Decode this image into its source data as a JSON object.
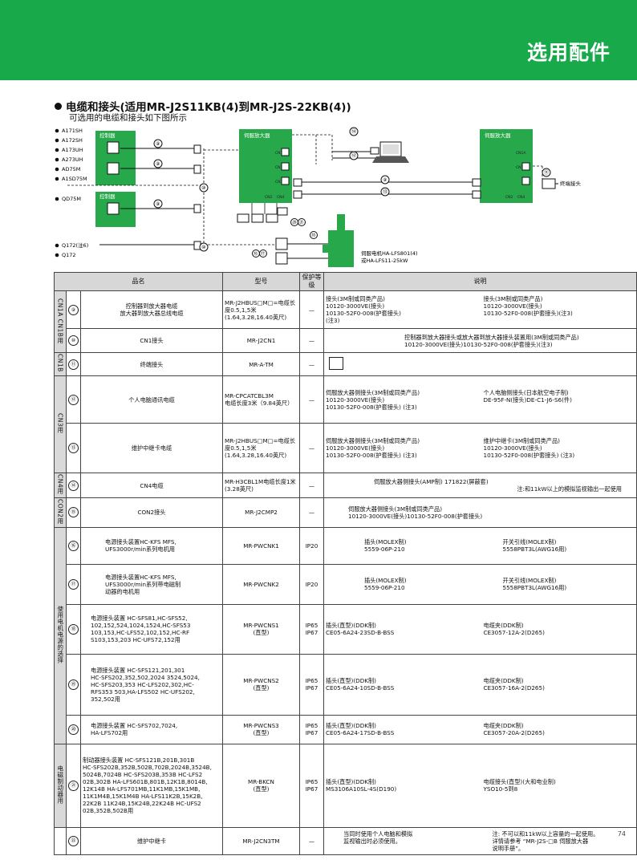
{
  "header": {
    "title": "选用配件"
  },
  "section": {
    "title": "电缆和接头(适用MR-J2S11KB(4)到MR-J2S-22KB(4))",
    "subtitle": "可选用的电缆和接头如下图所示"
  },
  "diagram": {
    "controllers_top": [
      "A171SH",
      "A172SH",
      "A173UH",
      "A273UH",
      "AD75M",
      "A1SD75M"
    ],
    "controller_mid": "QD75M",
    "controllers_bottom": [
      "Q172(注6)",
      "Q172"
    ],
    "controller_label": "控制器",
    "amp_label": "伺服放大器",
    "amp_ports": [
      "CN1A",
      "CN1B",
      "CN3",
      "CN2",
      "CN4"
    ],
    "terminal_label": "终端接头",
    "motor_label_1": "伺服电机HA-LFS801(4)",
    "motor_label_2": "或HA-LFS11-25kW",
    "callouts": [
      "⑨",
      "⑩",
      "⑪",
      "⑫",
      "⑬",
      "⑭",
      "⑮",
      "⑯",
      "⑰",
      "⑱",
      "⑲",
      "⑳",
      "㉑"
    ]
  },
  "table": {
    "headers": {
      "name": "品名",
      "model": "型号",
      "protect": "保护等级",
      "desc": "说明"
    },
    "groups": {
      "g1": "CN1A CN1B用",
      "g2": "CN1B",
      "g3": "CN3用",
      "g4": "CN4用",
      "g5": "CON2用",
      "g6": "使用电机电源的选择",
      "g7": "电磁制动器用"
    },
    "rows": [
      {
        "num": "⑨",
        "name": "控制器到放大器电缆\n放大器到放大器总线电缆",
        "model": "MR-J2HBUS□M□=电缆长度0.5,1,5米(1.64,3.28,16.40英尺)",
        "protect": "—",
        "desc_left": "接头(3M制或同类产品)\n10120-3000VE(接头)\n10130-52F0-008(护套接头)\n(注3)",
        "desc_right": "接头(3M制或同类产品)\n10120-3000VE(接头)\n10130-52F0-008(护套接头)(注3)"
      },
      {
        "num": "⑩",
        "name": "CN1接头",
        "model": "MR-J2CN1",
        "protect": "—",
        "desc_left": "控制器到放大器接头或放大器到放大器接头装置用(3M制或同类产品)\n10120-3000VE(接头)10130-52F0-008(护套接头)(注3)"
      },
      {
        "num": "⑪",
        "name": "终端接头",
        "model": "MR-A-TM",
        "protect": "—"
      },
      {
        "num": "⑫",
        "name": "个人电脑通讯电缆",
        "model": "MR-CPCATCBL3M\n电缆长度3米（9.84英尺）",
        "protect": "—",
        "desc_left": "伺服放大器侧接头(3M制或同类产品)\n10120-3000VE(接头)\n10130-52F0-008(护套接头) (注3)",
        "desc_right": "个人电脑侧接头(日本航空电子制)\nDE-95F-N(接头)DE-C1-J6-S6(件)"
      },
      {
        "num": "⑬",
        "name": "维护中继卡电缆",
        "model": "MR-J2HBUS□M□=电缆长度0.5,1,5米(1.64,3.28,16.40英尺)",
        "protect": "—",
        "desc_left": "伺服放大器侧接头(3M制或同类产品)\n10120-3000VE(接头)\n10130-52F0-008(护套接头) (注3)",
        "desc_right": "维护中继卡(3M制或同类产品)\n10120-3000VE(接头)\n10130-52F0-008(护套接头) (注3)"
      },
      {
        "num": "⑭",
        "name": "CN4电缆",
        "model": "MR-H3CBL1M电缆长度1米(3.28英尺)",
        "protect": "—",
        "desc_left": "伺服放大器侧接头(AMP制) 171822(屏蔽套)",
        "desc_right": "注:和11kW以上的模拟监视输出一起使用"
      },
      {
        "num": "⑮",
        "name": "CON2接头",
        "model": "MR-J2CMP2",
        "protect": "—",
        "desc_left": "伺服放大器侧接头(3M制或同类产品)\n10120-3000VE(接头)10130-52F0-008(护套接头)"
      },
      {
        "num": "⑯",
        "name": "电源接头装置HC-KFS MFS,\nUFS3000r/min系列电机用",
        "model": "MR-PWCNK1",
        "protect": "IP20",
        "desc_left": "插头(MOLEX制)\n5559-06P-210",
        "desc_right": "开关引线(MOLEX制)\n5558PBT3L(AWG16用)"
      },
      {
        "num": "⑰",
        "name": "电源接头装置HC-KFS MFS,\nUFS3000r/min系列带电磁制\n动器的电机用",
        "model": "MR-PWCNK2",
        "protect": "IP20",
        "desc_left": "插头(MOLEX制)\n5559-06P-210",
        "desc_right": "开关引线(MOLEX制)\n5558PBT3L(AWG16用)"
      },
      {
        "num": "⑱",
        "name": "电源接头装置 HC-SFS81,HC-SFS52,\n102,152,524,1024,1524,HC-SFS53\n103,153,HC-LFS52,102,152,HC-RF\nS103,153,203 HC-UFS72,152用",
        "model": "MR-PWCNS1\n(直型)",
        "protect": "IP65\nIP67",
        "desc_left": "插头(直型)(DDK制)\nCE05-6A24-23SD-B-BSS",
        "desc_right": "电缆夹(DDK制)\nCE3057-12A-2(D265)"
      },
      {
        "num": "⑲",
        "name": "电源接头装置 HC-SFS121,201,301\nHC-SFS202,352,502,2024 3524,5024,\nHC-SFS203,353 HC-LFS202,302,HC-\nRFS353 503,HA-LFS502 HC-UFS202,\n352,502用",
        "model": "MR-PWCNS2\n(直型)",
        "protect": "IP65\nIP67",
        "desc_left": "插头(直型)(DDK制)\nCE05-6A24-10SD-B-BSS",
        "desc_right": "电缆夹(DDK制)\nCE3057-16A-2(D265)"
      },
      {
        "num": "⑳",
        "name": "电源接头装置 HC-SFS702,7024,\nHA-LFS702用",
        "model": "MR-PWCNS3\n(直型)",
        "protect": "IP65\nIP67",
        "desc_left": "插头(直型)(DDK制)\nCE05-6A24-17SD-B-BSS",
        "desc_right": "电缆夹(DDK制)\nCE3057-20A-2(D265)"
      },
      {
        "num": "㉑",
        "name": "制动器接头装置 HC-SFS121B,201B,301B\nHC-SFS202B,352B,502B,702B,2024B,3524B,\n5024B,7024B HC-SFS203B,353B HC-LFS2\n02B,302B HA-LFS601B,801B,12K1B,8014B,\n12K14B HA-LFS701MB,11K1MB,15K1MB,\n11K1M4B,15K1M4B HA-LFS11K2B,15K2B,\n22K2B 11K24B,15K24B,22K24B HC-UFS2\n02B,352B,502B用",
        "model": "MR-BKCN\n(直型)",
        "protect": "IP65\nIP67",
        "desc_left": "插头(直型)(DDK制)\nMS3106A10SL-4S(D190)",
        "desc_right": "电缆接头(直型)(大和电业制)\nYSO10-5到8"
      },
      {
        "num": "㉒",
        "name": "维护中继卡",
        "model": "MR-J2CN3TM",
        "protect": "—",
        "desc_left": "当同时使用个人电脑和模拟\n监视输出时必须使用。",
        "desc_right": "注: 不可以和11kW以上容量的一起使用。\n详情请参考 “MR-J2S-□B 伺服放大器\n说明手册”。"
      }
    ]
  },
  "page_number": "74",
  "colors": {
    "banner": "#17a94a",
    "diagram_box": "#27a84a",
    "header_row": "#d7d7d7"
  }
}
